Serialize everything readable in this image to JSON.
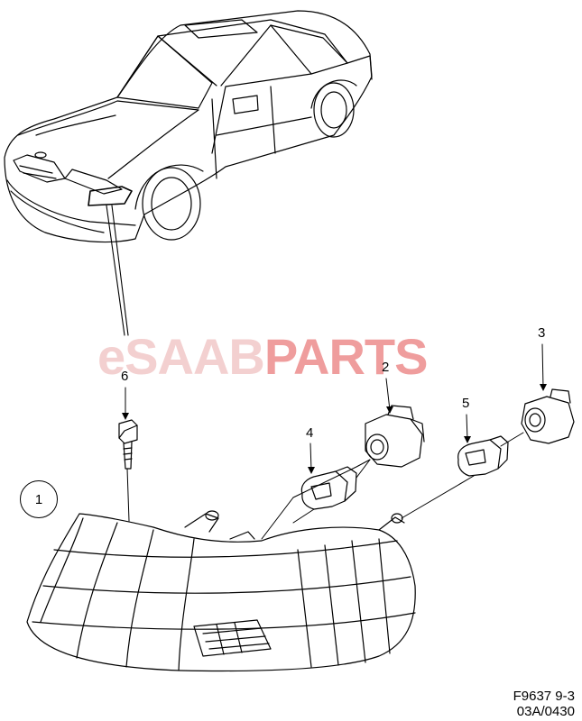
{
  "watermark": {
    "part_a": "eSAAB",
    "part_b": "PARTS",
    "color_light": "#f3d0d0",
    "color_dark": "#ef9d9d"
  },
  "callouts": {
    "c1": "1",
    "c2": "2",
    "c3": "3",
    "c4": "4",
    "c5": "5",
    "c6": "6"
  },
  "footer": {
    "figure_code": "F9637 9-3",
    "revision_code": "03A/0430"
  }
}
